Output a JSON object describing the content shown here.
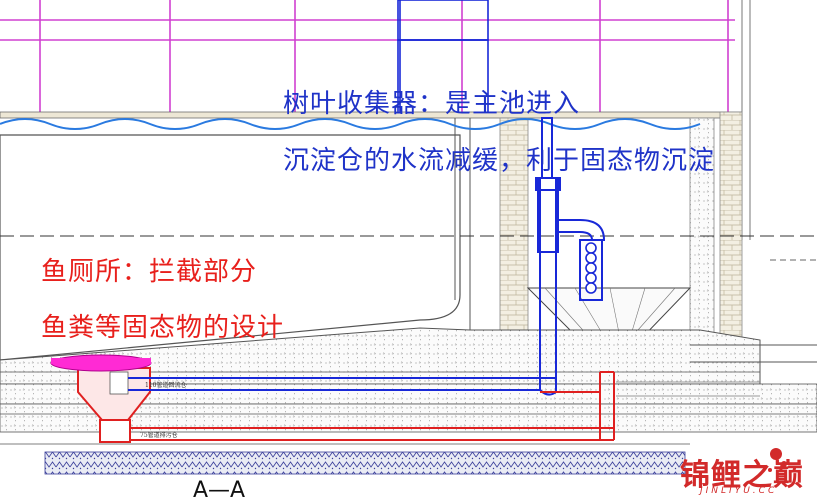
{
  "annotations": {
    "leaf_collector_line1": "树叶收集器：是主池进入",
    "leaf_collector_line2": "沉淀仓的水流减缓，利于固态物沉淀",
    "fish_toilet_line1": "鱼厕所：拦截部分",
    "fish_toilet_line2": "鱼粪等固态物的设计"
  },
  "pipe_labels": {
    "upper": "110管道回流仓",
    "lower": "75管道排污仓"
  },
  "section_label": "A—A",
  "watermark": {
    "text_cn": "锦鲤之巅",
    "text_en": "JINLIYU.CC"
  },
  "colors": {
    "annotation_blue": "#1f33c8",
    "annotation_red": "#e8201c",
    "pipe_blue": "#1828d8",
    "pipe_red": "#e02020",
    "frame_magenta": "#d040d0",
    "drain_magenta": "#ff2ad4",
    "water_blue": "#2a7ae0"
  }
}
